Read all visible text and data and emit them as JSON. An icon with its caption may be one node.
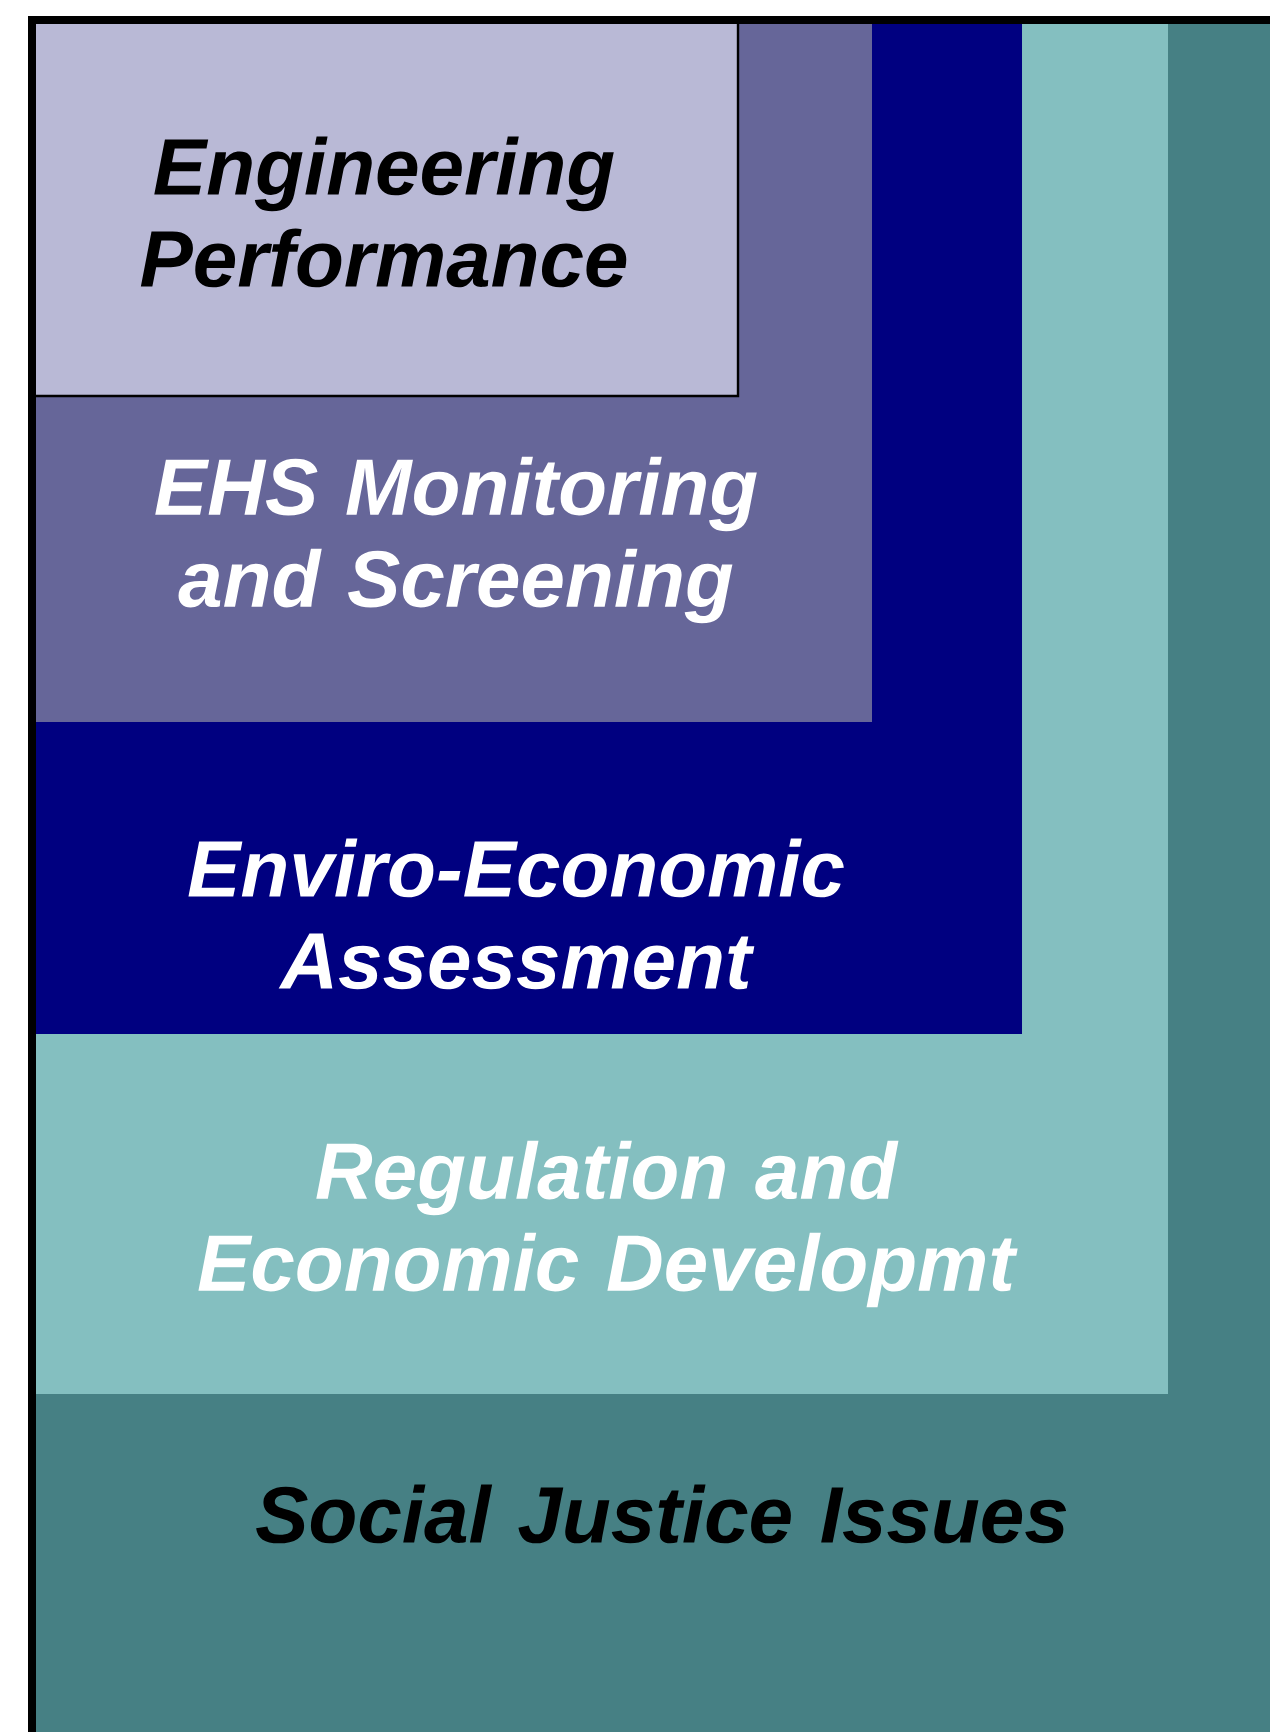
{
  "diagram": {
    "nodes": [
      {
        "text": [
          "Social Justice Issues"
        ]
      },
      {
        "text": [
          "Regulation and Economic Developmt"
        ],
        "in": 0
      },
      {
        "text": [
          "Enviro-Economic Assessment"
        ],
        "in": 1
      },
      {
        "text": [
          "EHS Monitoring and Screening"
        ],
        "in": 2
      },
      {
        "text": [
          "Engineering Performance"
        ],
        "in": 3
      }
    ]
  }
}
